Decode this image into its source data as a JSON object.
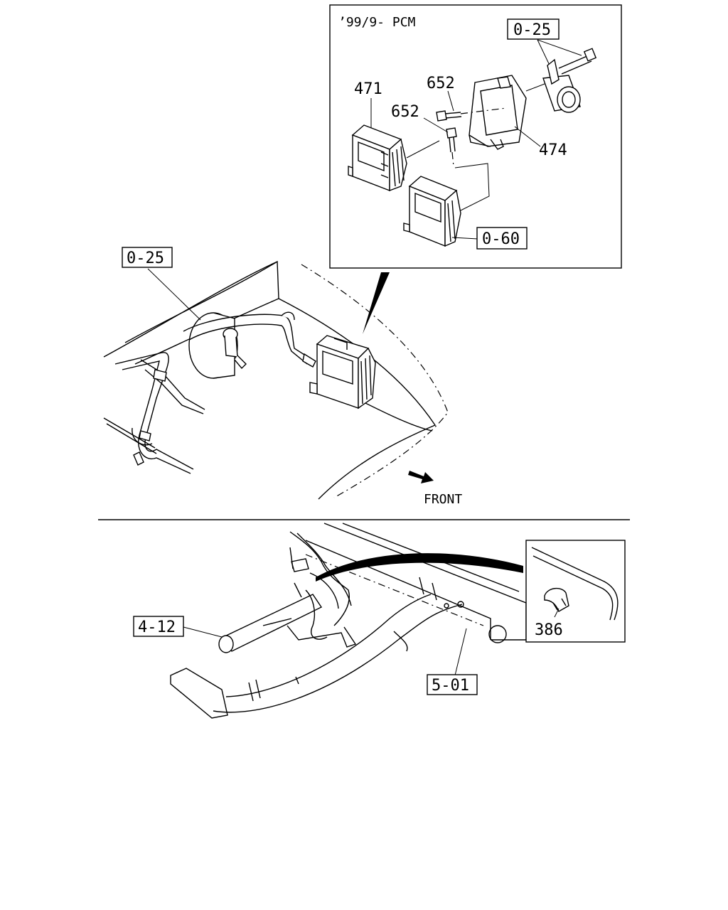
{
  "top_diagram": {
    "inset_caption": "’99/9- PCM",
    "refs": {
      "ref_025_inset": "0-25",
      "ref_471": "471",
      "ref_652_a": "652",
      "ref_652_b": "652",
      "ref_474": "474",
      "ref_060": "0-60",
      "ref_025_main": "0-25"
    },
    "front_label": "FRONT"
  },
  "bottom_diagram": {
    "refs": {
      "ref_412": "4-12",
      "ref_501": "5-01",
      "ref_386": "386"
    }
  }
}
